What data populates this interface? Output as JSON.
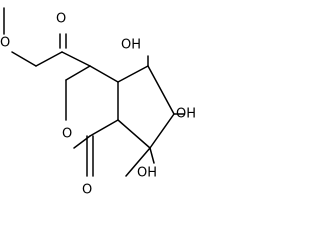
{
  "molecule": {
    "labels": {
      "ester_o": "O",
      "carbonyl_o_top": "O",
      "ring_o": "O",
      "lactone_o": "O",
      "oh_top": "OH",
      "oh_right": "OH",
      "oh_bottom": "OH"
    },
    "colors": {
      "bond": "#000000",
      "text": "#000000",
      "background": "#ffffff"
    }
  }
}
